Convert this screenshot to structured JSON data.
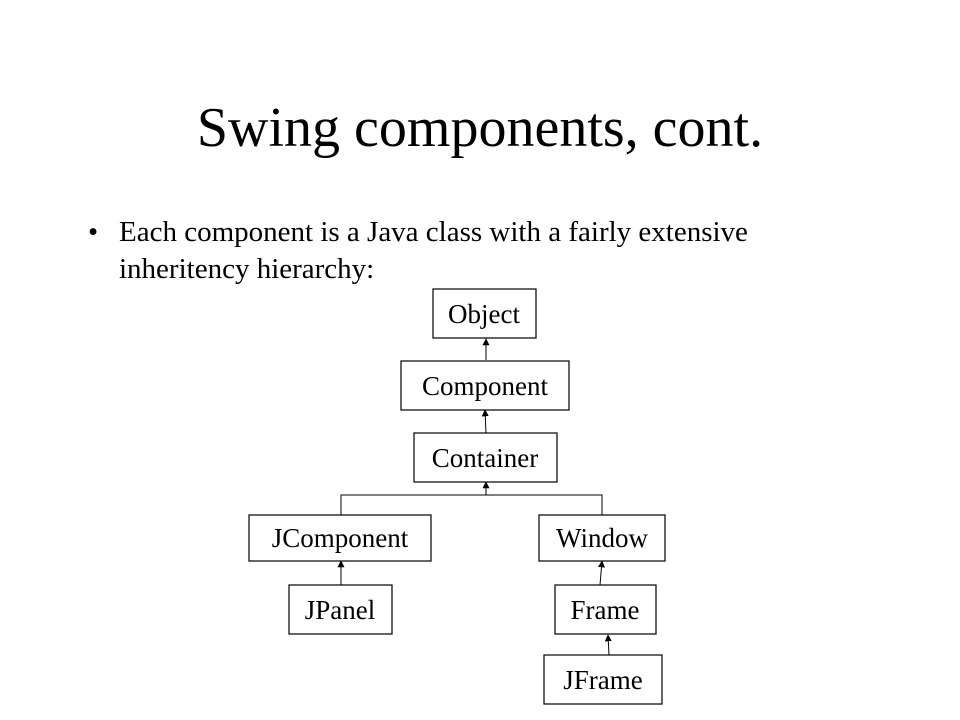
{
  "slide": {
    "title": "Swing components, cont.",
    "bullet_glyph": "•",
    "bullet_text": "Each component is a Java class with a fairly extensive inheritency hierarchy:"
  },
  "hierarchy": {
    "nodes": [
      {
        "id": "object",
        "label": "Object"
      },
      {
        "id": "component",
        "label": "Component"
      },
      {
        "id": "container",
        "label": "Container"
      },
      {
        "id": "jcomponent",
        "label": "JComponent"
      },
      {
        "id": "window",
        "label": "Window"
      },
      {
        "id": "jpanel",
        "label": "JPanel"
      },
      {
        "id": "frame",
        "label": "Frame"
      },
      {
        "id": "jframe",
        "label": "JFrame"
      }
    ],
    "edges": [
      {
        "child": "component",
        "parent": "object"
      },
      {
        "child": "container",
        "parent": "component"
      },
      {
        "child": "jcomponent",
        "parent": "container"
      },
      {
        "child": "window",
        "parent": "container"
      },
      {
        "child": "jpanel",
        "parent": "jcomponent"
      },
      {
        "child": "frame",
        "parent": "window"
      },
      {
        "child": "jframe",
        "parent": "frame"
      }
    ]
  }
}
